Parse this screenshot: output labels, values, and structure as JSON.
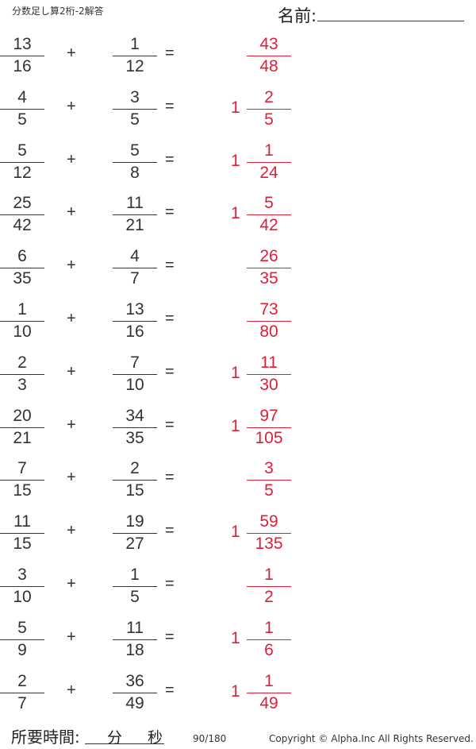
{
  "header": {
    "title": "分数足し算2桁-2解答",
    "name_label": "名前:",
    "name_value": ""
  },
  "operators": {
    "plus": "+",
    "equals": "="
  },
  "problems": [
    {
      "a_num": "13",
      "a_den": "16",
      "b_num": "1",
      "b_den": "12",
      "ans_whole": "",
      "ans_num": "43",
      "ans_den": "48"
    },
    {
      "a_num": "4",
      "a_den": "5",
      "b_num": "3",
      "b_den": "5",
      "ans_whole": "1",
      "ans_num": "2",
      "ans_den": "5"
    },
    {
      "a_num": "5",
      "a_den": "12",
      "b_num": "5",
      "b_den": "8",
      "ans_whole": "1",
      "ans_num": "1",
      "ans_den": "24"
    },
    {
      "a_num": "25",
      "a_den": "42",
      "b_num": "11",
      "b_den": "21",
      "ans_whole": "1",
      "ans_num": "5",
      "ans_den": "42"
    },
    {
      "a_num": "6",
      "a_den": "35",
      "b_num": "4",
      "b_den": "7",
      "ans_whole": "",
      "ans_num": "26",
      "ans_den": "35"
    },
    {
      "a_num": "1",
      "a_den": "10",
      "b_num": "13",
      "b_den": "16",
      "ans_whole": "",
      "ans_num": "73",
      "ans_den": "80"
    },
    {
      "a_num": "2",
      "a_den": "3",
      "b_num": "7",
      "b_den": "10",
      "ans_whole": "1",
      "ans_num": "11",
      "ans_den": "30"
    },
    {
      "a_num": "20",
      "a_den": "21",
      "b_num": "34",
      "b_den": "35",
      "ans_whole": "1",
      "ans_num": "97",
      "ans_den": "105"
    },
    {
      "a_num": "7",
      "a_den": "15",
      "b_num": "2",
      "b_den": "15",
      "ans_whole": "",
      "ans_num": "3",
      "ans_den": "5"
    },
    {
      "a_num": "11",
      "a_den": "15",
      "b_num": "19",
      "b_den": "27",
      "ans_whole": "1",
      "ans_num": "59",
      "ans_den": "135"
    },
    {
      "a_num": "3",
      "a_den": "10",
      "b_num": "1",
      "b_den": "5",
      "ans_whole": "",
      "ans_num": "1",
      "ans_den": "2"
    },
    {
      "a_num": "5",
      "a_den": "9",
      "b_num": "11",
      "b_den": "18",
      "ans_whole": "1",
      "ans_num": "1",
      "ans_den": "6"
    },
    {
      "a_num": "2",
      "a_den": "7",
      "b_num": "36",
      "b_den": "49",
      "ans_whole": "1",
      "ans_num": "1",
      "ans_den": "49"
    }
  ],
  "footer": {
    "time_label": "所要時間:",
    "minutes_label": "分",
    "seconds_label": "秒",
    "page": "90/180",
    "copyright": "Copyright ©  Alpha.Inc All Rights Reserved."
  },
  "colors": {
    "answer": "#e01e37",
    "text": "#333333"
  }
}
